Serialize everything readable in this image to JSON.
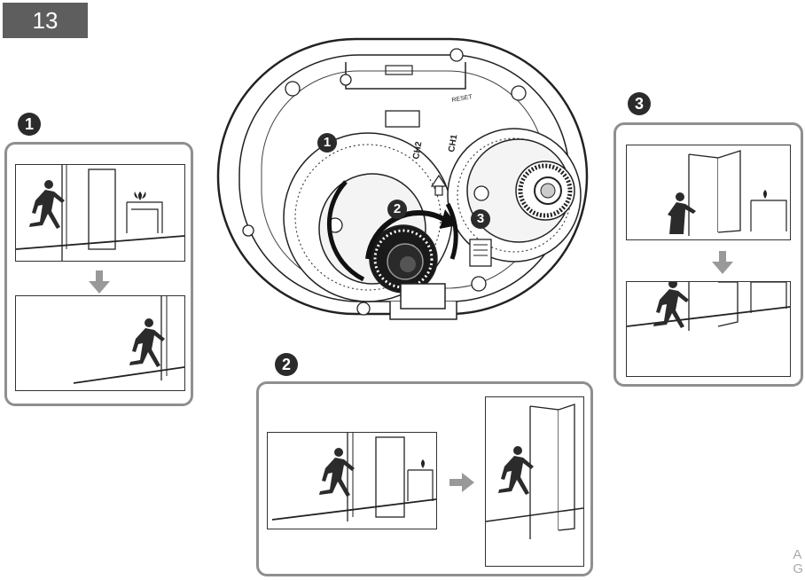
{
  "page": {
    "step_number": "13",
    "edge_text_line1": "A",
    "edge_text_line2": "G"
  },
  "callouts": {
    "one": "1",
    "two": "2",
    "three": "3"
  },
  "camera": {
    "label_ch1": "CH1",
    "label_ch2": "CH2",
    "reset_label": "RESET"
  },
  "colors": {
    "panel_border": "#8f8f8f",
    "step_tag_bg": "#5e5e5e",
    "callout_bg": "#2b2b2b",
    "arrow": "#999999"
  },
  "icons": [
    "runner-icon",
    "door-icon",
    "table-icon",
    "plant-icon",
    "arrow-down-icon",
    "arrow-right-icon",
    "rotate-arrow-icon"
  ]
}
